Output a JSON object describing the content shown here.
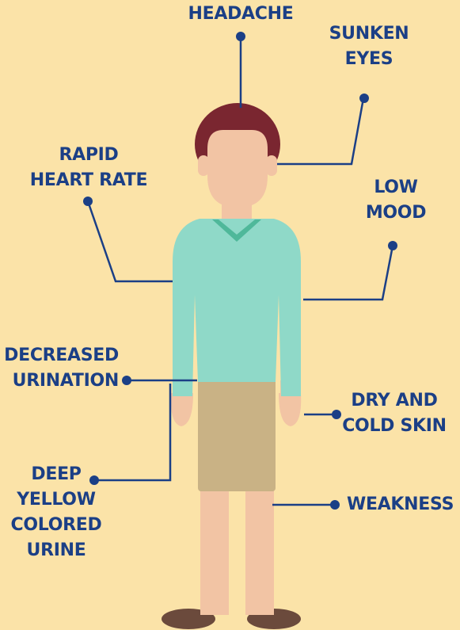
{
  "colors": {
    "background": "#fbe3a8",
    "label": "#1b3f86",
    "connector": "#1b3f86",
    "hair": "#7a2630",
    "skin": "#f2c4a4",
    "shirt": "#8fd9c8",
    "collar": "#4fb89a",
    "shorts": "#c9b285",
    "shoes": "#6b4a3c"
  },
  "symptoms": {
    "headache": {
      "lines": [
        "HEADACHE"
      ]
    },
    "sunken_eyes": {
      "lines": [
        "SUNKEN",
        "EYES"
      ]
    },
    "rapid_heart_rate": {
      "lines": [
        "RAPID",
        "HEART RATE"
      ]
    },
    "low_mood": {
      "lines": [
        "LOW",
        "MOOD"
      ]
    },
    "decreased_urination": {
      "lines": [
        "DECREASED",
        "URINATION"
      ]
    },
    "dry_cold_skin": {
      "lines": [
        "DRY AND",
        "COLD SKIN"
      ]
    },
    "deep_yellow_urine": {
      "lines": [
        "DEEP",
        "YELLOW",
        "COLORED",
        "URINE"
      ]
    },
    "weakness": {
      "lines": [
        "WEAKNESS"
      ]
    }
  }
}
